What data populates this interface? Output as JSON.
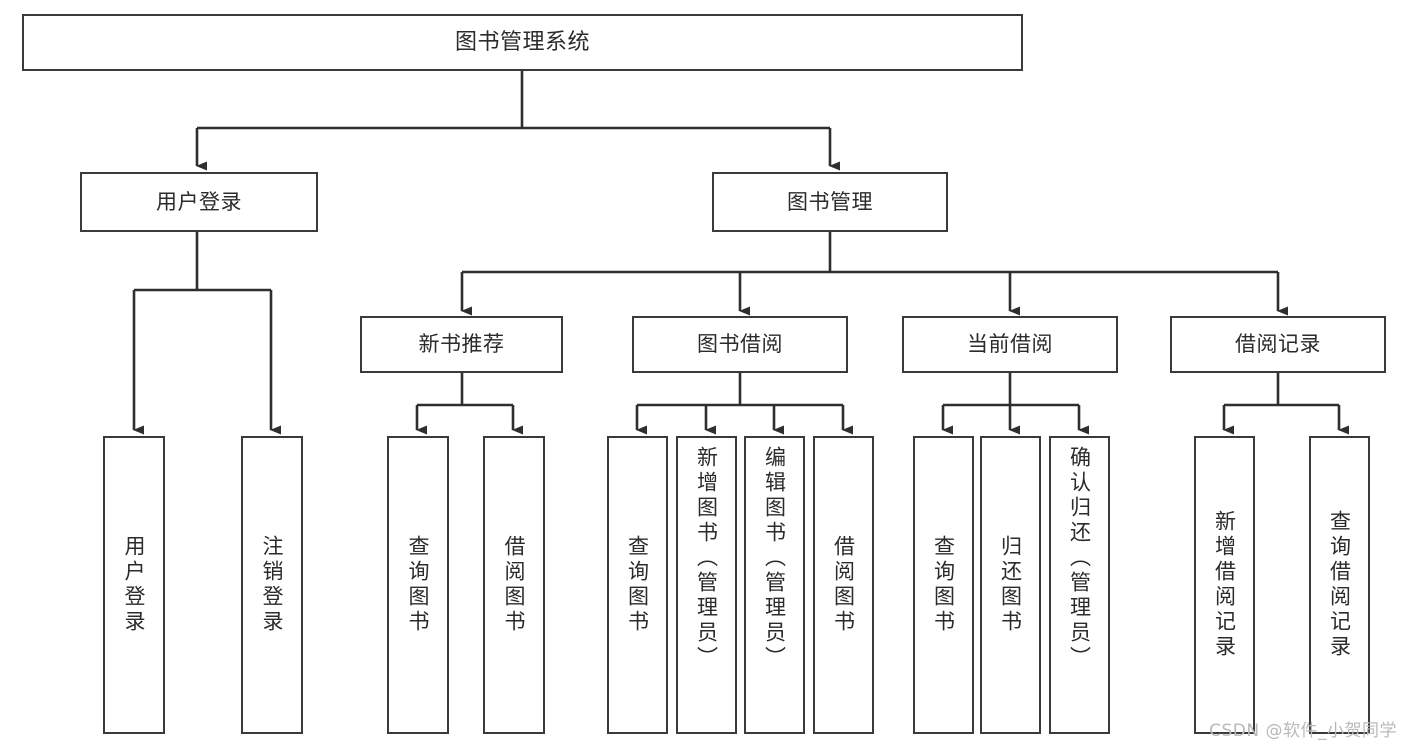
{
  "diagram": {
    "title": "图书管理系统",
    "type": "tree-hierarchy",
    "watermark": "CSDN @软件_小贺同学",
    "colors": {
      "background": "#ffffff",
      "stroke": "#3a3a3a",
      "text": "#2b2b2b",
      "watermark": "#b9b9b9"
    },
    "nodes": {
      "root": {
        "label": "图书管理系统"
      },
      "level2": [
        {
          "id": "user-login",
          "label": "用户登录"
        },
        {
          "id": "book-management",
          "label": "图书管理"
        }
      ],
      "level3": [
        {
          "id": "new-book-recommend",
          "label": "新书推荐",
          "parent": "book-management"
        },
        {
          "id": "book-borrow",
          "label": "图书借阅",
          "parent": "book-management"
        },
        {
          "id": "current-borrow",
          "label": "当前借阅",
          "parent": "book-management"
        },
        {
          "id": "borrow-record",
          "label": "借阅记录",
          "parent": "book-management"
        }
      ],
      "leaves": [
        {
          "id": "leaf-user-login",
          "label": "用户登录",
          "parent": "user-login"
        },
        {
          "id": "leaf-user-logout",
          "label": "注销登录",
          "parent": "user-login"
        },
        {
          "id": "leaf-query-book-1",
          "label": "查询图书",
          "parent": "new-book-recommend"
        },
        {
          "id": "leaf-borrow-book-1",
          "label": "借阅图书",
          "parent": "new-book-recommend"
        },
        {
          "id": "leaf-query-book-2",
          "label": "查询图书",
          "parent": "book-borrow"
        },
        {
          "id": "leaf-add-book",
          "label": "新增图书（管理员）",
          "parent": "book-borrow"
        },
        {
          "id": "leaf-edit-book",
          "label": "编辑图书（管理员）",
          "parent": "book-borrow"
        },
        {
          "id": "leaf-borrow-book-2",
          "label": "借阅图书",
          "parent": "book-borrow"
        },
        {
          "id": "leaf-query-book-3",
          "label": "查询图书",
          "parent": "current-borrow"
        },
        {
          "id": "leaf-return-book",
          "label": "归还图书",
          "parent": "current-borrow"
        },
        {
          "id": "leaf-confirm-return",
          "label": "确认归还（管理员）",
          "parent": "current-borrow"
        },
        {
          "id": "leaf-add-record",
          "label": "新增借阅记录",
          "parent": "borrow-record"
        },
        {
          "id": "leaf-query-record",
          "label": "查询借阅记录",
          "parent": "borrow-record"
        }
      ]
    }
  }
}
